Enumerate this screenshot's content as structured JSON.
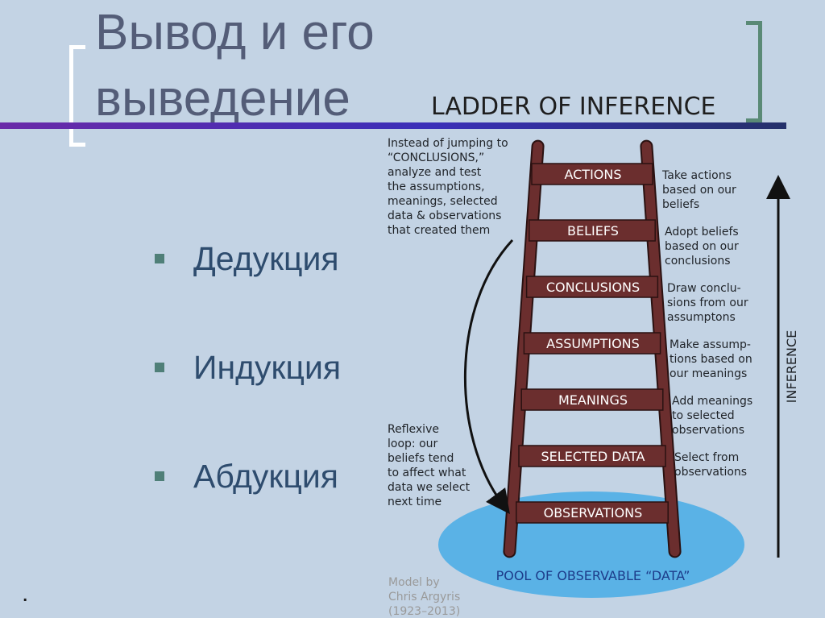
{
  "slide": {
    "title_line1": "Вывод и его",
    "title_line2": "выведение",
    "bullets": [
      {
        "label": "Дедукция"
      },
      {
        "label": "Индукция"
      },
      {
        "label": "Абдукция"
      }
    ],
    "footer_mark": ".",
    "colors": {
      "background": "#c3d3e4",
      "title": "#545d78",
      "bullet_text": "#2e4c6e",
      "bullet_marker": "#4f7f78",
      "title_rule": "#3b2fb8",
      "ladder": "#6b2e2e",
      "pool": "#5ab2e6"
    }
  },
  "diagram": {
    "title": "LADDER OF INFERENCE",
    "top_note": [
      "Instead of jumping to",
      "“CONCLUSIONS,”",
      "analyze and test",
      "the assumptions,",
      "meanings, selected",
      "data & observations",
      "that created them"
    ],
    "loop_note": [
      "Reflexive",
      "loop: our",
      "beliefs tend",
      "to affect what",
      "data we select",
      "next time"
    ],
    "rungs": [
      {
        "label": "ACTIONS",
        "note": [
          "Take actions",
          "based on our",
          "beliefs"
        ]
      },
      {
        "label": "BELIEFS",
        "note": [
          "Adopt beliefs",
          "based on our",
          "conclusions"
        ]
      },
      {
        "label": "CONCLUSIONS",
        "note": [
          "Draw conclu-",
          "sions from our",
          "assumptons"
        ]
      },
      {
        "label": "ASSUMPTIONS",
        "note": [
          "Make assump-",
          "tions based on",
          "our meanings"
        ]
      },
      {
        "label": "MEANINGS",
        "note": [
          "Add meanings",
          "to selected",
          "observations"
        ]
      },
      {
        "label": "SELECTED DATA",
        "note": [
          "Select from",
          "observations"
        ]
      },
      {
        "label": "OBSERVATIONS",
        "note": []
      }
    ],
    "pool_label": "POOL OF OBSERVABLE “DATA”",
    "axis_label": "INFERENCE",
    "credit": [
      "Model by",
      "Chris Argyris",
      "(1923–2013)"
    ]
  }
}
